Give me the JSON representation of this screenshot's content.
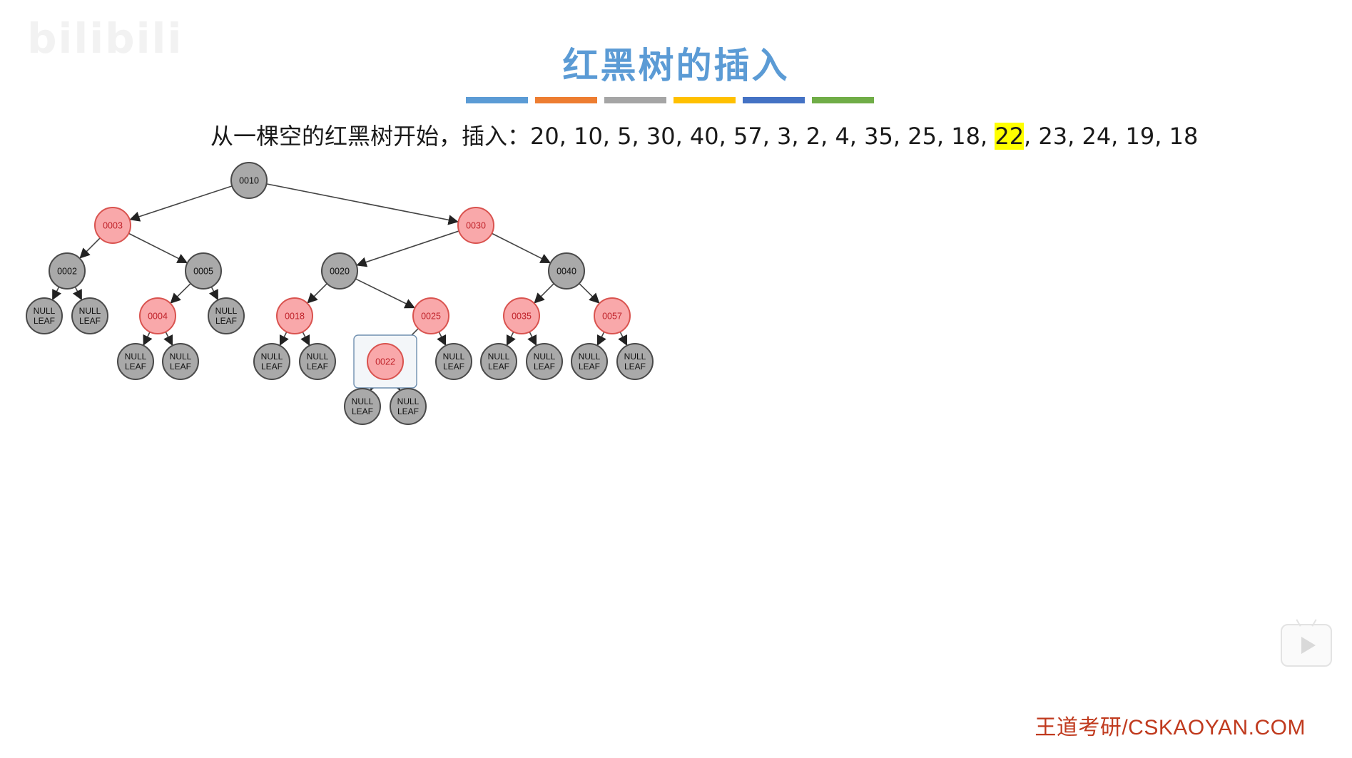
{
  "watermark": "bilibili",
  "title": "红黑树的插入",
  "color_bars": [
    "#5b9bd5",
    "#ed7d31",
    "#a5a5a5",
    "#ffc000",
    "#4472c4",
    "#70ad47"
  ],
  "sequence": {
    "prefix": "从一棵空的红黑树开始，插入：",
    "before": "20, 10, 5, 30, 40, 57, 3, 2, 4, 35, 25, 18, ",
    "highlight": "22",
    "after": ", 23, 24, 19, 18"
  },
  "colors": {
    "red_fill": "#f9a8aa",
    "red_stroke": "#d9534f",
    "red_text": "#c0222a",
    "black_fill": "#a9a9a9",
    "black_stroke": "#4a4a4a",
    "highlight": "#ffff00"
  },
  "tree": {
    "nodes": [
      {
        "id": "n10",
        "label": "0010",
        "color": "black",
        "parent": null
      },
      {
        "id": "n3",
        "label": "0003",
        "color": "red",
        "parent": "n10"
      },
      {
        "id": "n30",
        "label": "0030",
        "color": "red",
        "parent": "n10"
      },
      {
        "id": "n2",
        "label": "0002",
        "color": "black",
        "parent": "n3"
      },
      {
        "id": "n5",
        "label": "0005",
        "color": "black",
        "parent": "n3"
      },
      {
        "id": "n20",
        "label": "0020",
        "color": "black",
        "parent": "n30"
      },
      {
        "id": "n40",
        "label": "0040",
        "color": "black",
        "parent": "n30"
      },
      {
        "id": "l1",
        "label": "NULL LEAF",
        "color": "black",
        "parent": "n2"
      },
      {
        "id": "l2",
        "label": "NULL LEAF",
        "color": "black",
        "parent": "n2"
      },
      {
        "id": "n4",
        "label": "0004",
        "color": "red",
        "parent": "n5"
      },
      {
        "id": "l3",
        "label": "NULL LEAF",
        "color": "black",
        "parent": "n5"
      },
      {
        "id": "n18",
        "label": "0018",
        "color": "red",
        "parent": "n20"
      },
      {
        "id": "n25",
        "label": "0025",
        "color": "red",
        "parent": "n20"
      },
      {
        "id": "n35",
        "label": "0035",
        "color": "red",
        "parent": "n40"
      },
      {
        "id": "n57",
        "label": "0057",
        "color": "red",
        "parent": "n40"
      },
      {
        "id": "l4",
        "label": "NULL LEAF",
        "color": "black",
        "parent": "n4"
      },
      {
        "id": "l5",
        "label": "NULL LEAF",
        "color": "black",
        "parent": "n4"
      },
      {
        "id": "l6",
        "label": "NULL LEAF",
        "color": "black",
        "parent": "n18"
      },
      {
        "id": "l7",
        "label": "NULL LEAF",
        "color": "black",
        "parent": "n18"
      },
      {
        "id": "n22",
        "label": "0022",
        "color": "red",
        "parent": "n25",
        "selected": true
      },
      {
        "id": "l8",
        "label": "NULL LEAF",
        "color": "black",
        "parent": "n25"
      },
      {
        "id": "l9",
        "label": "NULL LEAF",
        "color": "black",
        "parent": "n35"
      },
      {
        "id": "l10",
        "label": "NULL LEAF",
        "color": "black",
        "parent": "n35"
      },
      {
        "id": "l11",
        "label": "NULL LEAF",
        "color": "black",
        "parent": "n57"
      },
      {
        "id": "l12",
        "label": "NULL LEAF",
        "color": "black",
        "parent": "n57"
      },
      {
        "id": "l13",
        "label": "NULL LEAF",
        "color": "black",
        "parent": "n22"
      },
      {
        "id": "l14",
        "label": "NULL LEAF",
        "color": "black",
        "parent": "n22"
      }
    ]
  },
  "footer": "王道考研/CSKAOYAN.COM"
}
